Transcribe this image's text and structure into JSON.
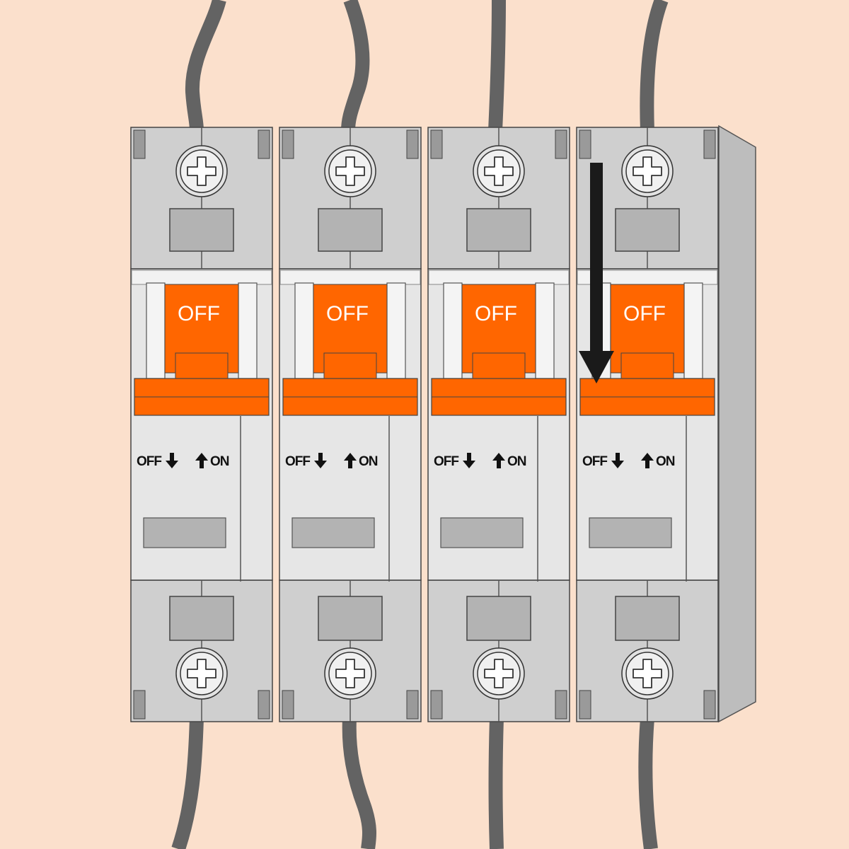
{
  "colors": {
    "background": "#fbe0cc",
    "wire": "#636363",
    "body_top": "#cfcfcf",
    "body_mid": "#e6e6e6",
    "terminal_window": "#b3b3b3",
    "toggle": "#ff6600",
    "side_panel": "#bdbdbd",
    "arrow": "#1a1a1a"
  },
  "breakers": [
    {
      "toggle_label": "OFF",
      "off_label": "OFF",
      "on_label": "ON",
      "toggle_position": "off"
    },
    {
      "toggle_label": "OFF",
      "off_label": "OFF",
      "on_label": "ON",
      "toggle_position": "off"
    },
    {
      "toggle_label": "OFF",
      "off_label": "OFF",
      "on_label": "ON",
      "toggle_position": "off"
    },
    {
      "toggle_label": "OFF",
      "off_label": "OFF",
      "on_label": "ON",
      "toggle_position": "off"
    }
  ],
  "indicator": {
    "icon": "arrow-down-icon",
    "target_breaker": 4,
    "direction": "down"
  }
}
